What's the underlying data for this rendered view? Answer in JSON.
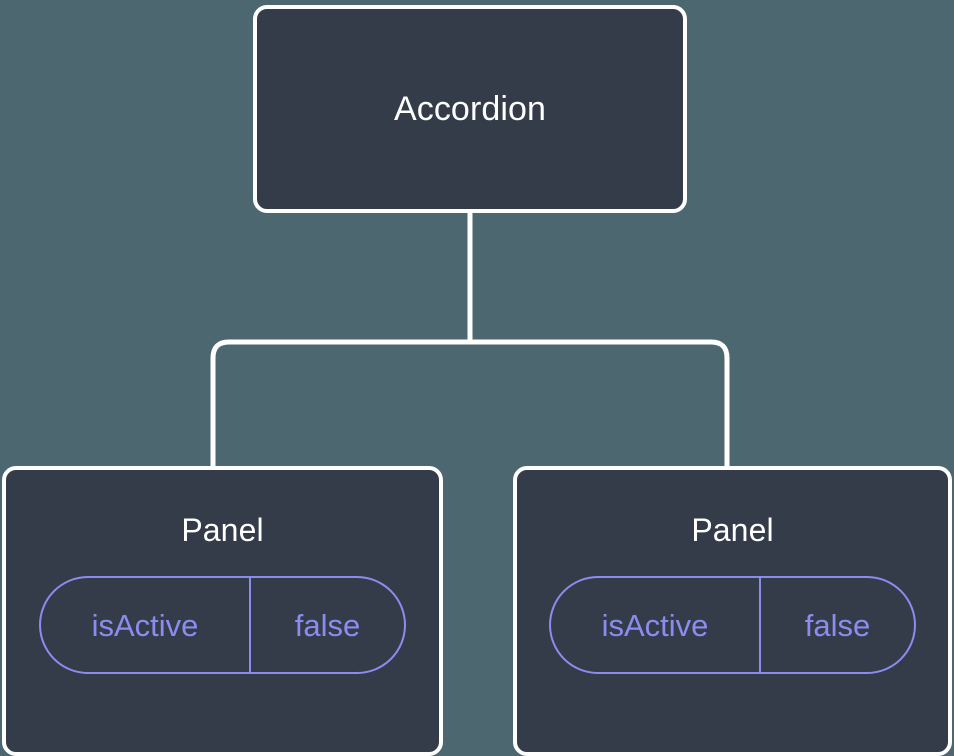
{
  "diagram": {
    "type": "component-tree",
    "background_color": "#4c6770",
    "node_fill_color": "#353c49",
    "node_border_color": "#ffffff",
    "connector_color": "#ffffff",
    "prop_accent_color": "#8b8cf0",
    "title_color": "#ffffff",
    "root": {
      "label": "Accordion"
    },
    "children": [
      {
        "label": "Panel",
        "props": [
          {
            "key": "isActive",
            "value": "false"
          }
        ]
      },
      {
        "label": "Panel",
        "props": [
          {
            "key": "isActive",
            "value": "false"
          }
        ]
      }
    ]
  }
}
